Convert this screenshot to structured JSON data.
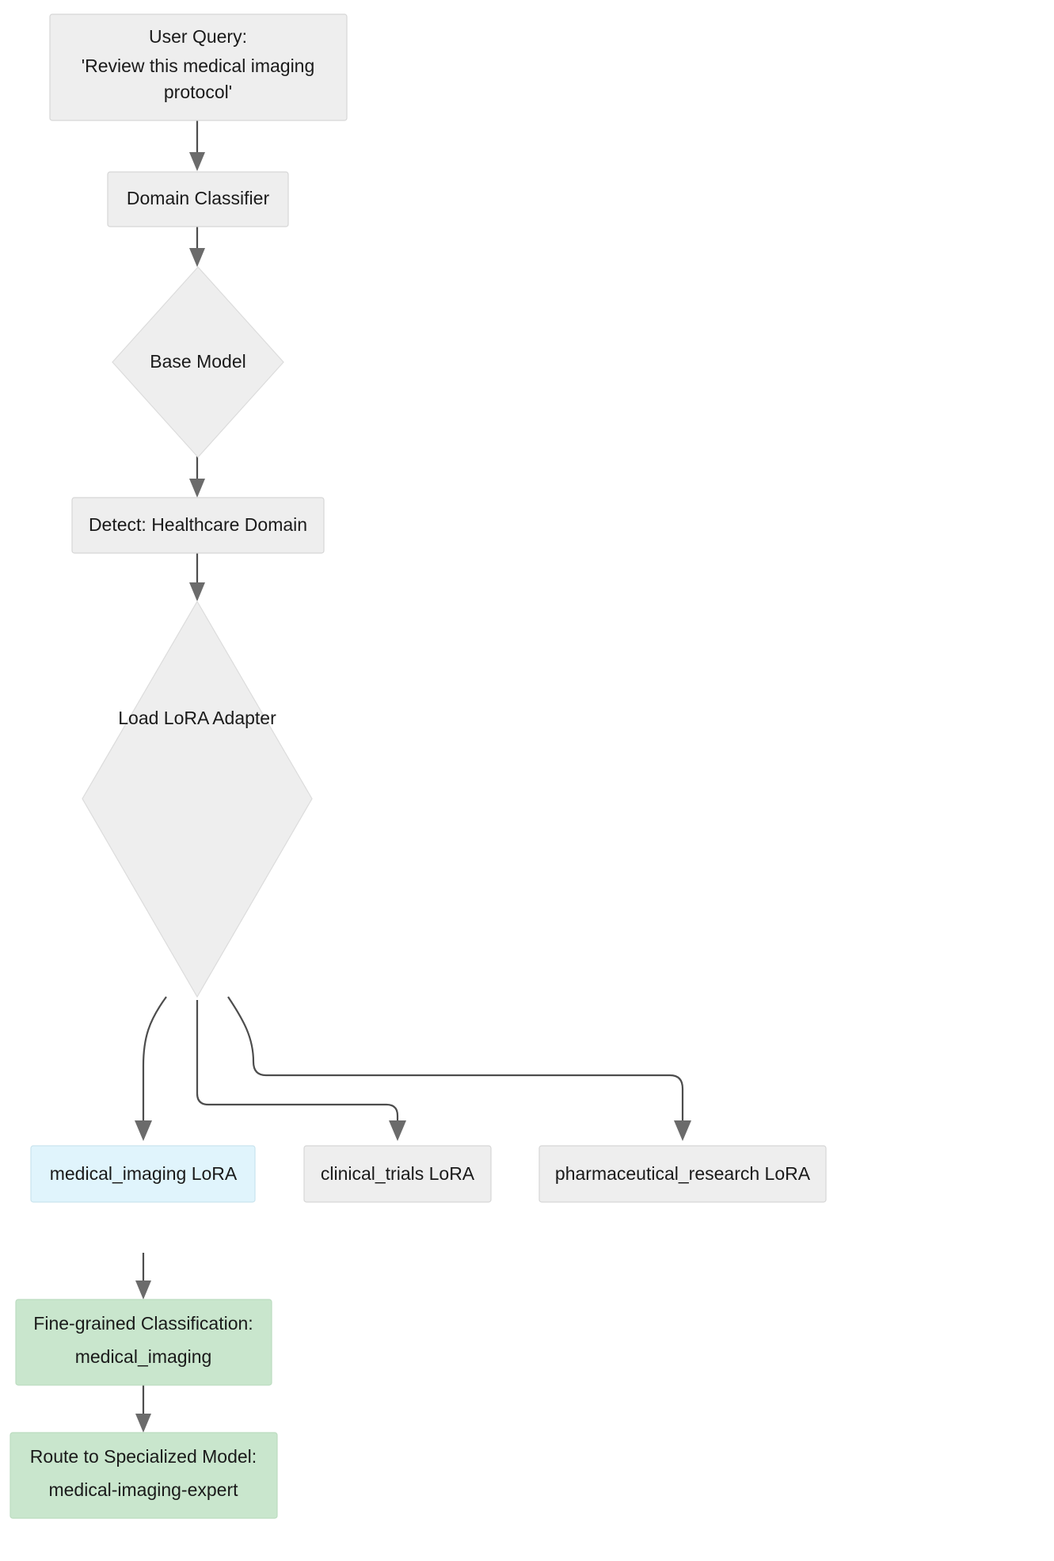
{
  "diagram": {
    "type": "flowchart",
    "direction": "top-down",
    "title": "",
    "background_color": "#ffffff",
    "palette": {
      "default_fill": "#eeeeee",
      "default_stroke": "#d6d6d6",
      "highlight_fill": "#e0f4fc",
      "highlight_stroke": "#c9e4ee",
      "result_fill": "#c9e6cd",
      "result_stroke": "#bcdcc0",
      "edge_stroke": "#4d4d4d",
      "text_color": "#1a1a1a"
    },
    "nodes": [
      {
        "id": "user-query",
        "shape": "rect",
        "style": "default",
        "lines": [
          "User Query:",
          "'Review this medical imaging",
          "protocol'"
        ]
      },
      {
        "id": "domain-classifier",
        "shape": "rect",
        "style": "default",
        "lines": [
          "Domain Classifier"
        ]
      },
      {
        "id": "base-model",
        "shape": "diamond",
        "style": "default",
        "lines": [
          "Base Model"
        ]
      },
      {
        "id": "detect-healthcare-domain",
        "shape": "rect",
        "style": "default",
        "lines": [
          "Detect: Healthcare Domain"
        ]
      },
      {
        "id": "load-lora-adapter",
        "shape": "diamond",
        "style": "default",
        "lines": [
          "Load LoRA Adapter"
        ]
      },
      {
        "id": "medical-imaging-lora",
        "shape": "rect",
        "style": "highlight",
        "lines": [
          "medical_imaging LoRA"
        ]
      },
      {
        "id": "clinical-trials-lora",
        "shape": "rect",
        "style": "default",
        "lines": [
          "clinical_trials LoRA"
        ]
      },
      {
        "id": "pharmaceutical-research-lora",
        "shape": "rect",
        "style": "default",
        "lines": [
          "pharmaceutical_research LoRA"
        ]
      },
      {
        "id": "fine-grained-classification",
        "shape": "rect",
        "style": "result",
        "lines": [
          "Fine-grained Classification:",
          "medical_imaging"
        ]
      },
      {
        "id": "route-to-specialized-model",
        "shape": "rect",
        "style": "result",
        "lines": [
          "Route to Specialized Model:",
          "medical-imaging-expert"
        ]
      }
    ],
    "edges": [
      {
        "from": "user-query",
        "to": "domain-classifier",
        "label": ""
      },
      {
        "from": "domain-classifier",
        "to": "base-model",
        "label": ""
      },
      {
        "from": "base-model",
        "to": "detect-healthcare-domain",
        "label": ""
      },
      {
        "from": "detect-healthcare-domain",
        "to": "load-lora-adapter",
        "label": ""
      },
      {
        "from": "load-lora-adapter",
        "to": "medical-imaging-lora",
        "label": ""
      },
      {
        "from": "load-lora-adapter",
        "to": "clinical-trials-lora",
        "label": ""
      },
      {
        "from": "load-lora-adapter",
        "to": "pharmaceutical-research-lora",
        "label": ""
      },
      {
        "from": "medical-imaging-lora",
        "to": "fine-grained-classification",
        "label": ""
      },
      {
        "from": "fine-grained-classification",
        "to": "route-to-specialized-model",
        "label": ""
      }
    ]
  }
}
